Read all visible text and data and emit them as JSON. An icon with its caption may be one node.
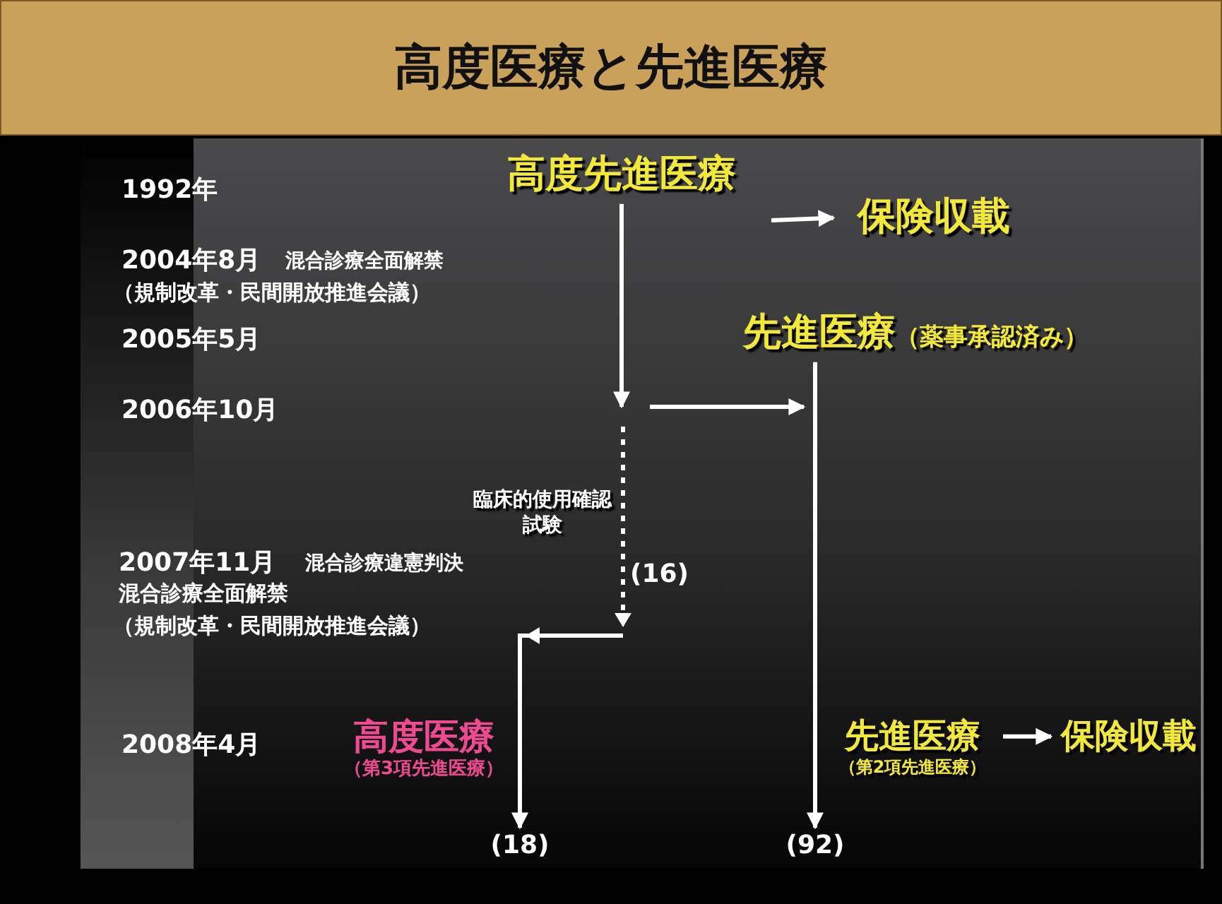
{
  "diagram": {
    "title": "高度医療と先進医療",
    "nodes": [
      {
        "text": [
          "高度先進医療"
        ]
      },
      {
        "text": [
          "保険収載"
        ]
      },
      {
        "text": [
          "先進医療",
          "（薬事承認済み）"
        ]
      },
      {
        "text": [
          "高度医療",
          "（第3項先進医療）"
        ]
      },
      {
        "text": [
          "先進医療",
          "（第2項先進医療）"
        ]
      },
      {
        "text": [
          "保険収載"
        ]
      },
      {
        "text": [
          "(18)"
        ]
      },
      {
        "text": [
          "(92)"
        ]
      }
    ],
    "edges": [
      {
        "from": 0,
        "to": null,
        "arrow": "to"
      },
      {
        "from": null,
        "to": 1,
        "arrow": "to"
      },
      {
        "from": null,
        "to": 2,
        "arrow": "to"
      },
      {
        "from": null,
        "to": 6,
        "arrow": "to",
        "style": "dashed"
      },
      {
        "from": 2,
        "to": 7,
        "arrow": "to"
      },
      {
        "from": 4,
        "to": 5,
        "arrow": "to"
      }
    ],
    "labels": [
      "1992年",
      "2004年8月",
      "混合診療全面解禁",
      "（規制改革・民間開放推進会議）",
      "2005年5月",
      "2006年10月",
      "臨床的使用確認試験",
      "(16)",
      "2007年11月",
      "混合診療違憲判決",
      "混合診療全面解禁",
      "（規制改革・民間開放推進会議）",
      "2008年4月"
    ]
  }
}
